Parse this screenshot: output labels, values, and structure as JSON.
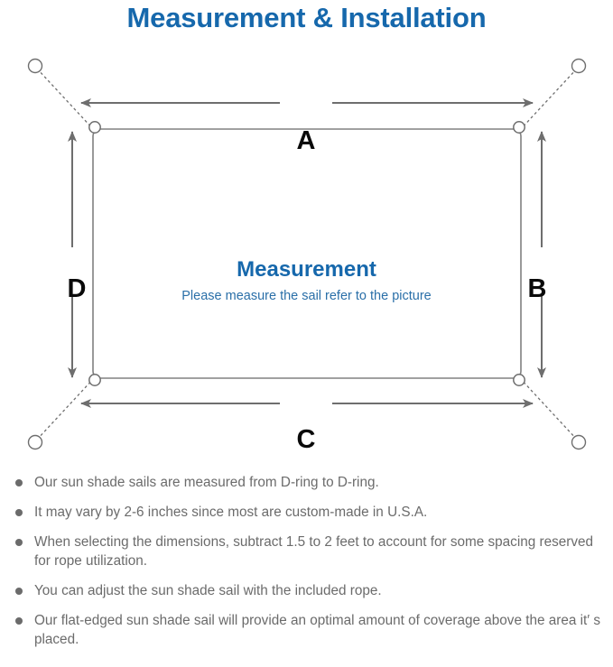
{
  "page": {
    "title": "Measurement & Installation",
    "title_color": "#1668ac",
    "background_color": "#ffffff"
  },
  "diagram": {
    "name": "sun-shade-sail-measurement-diagram",
    "center_label": {
      "heading": "Measurement",
      "subtext": "Please measure the sail refer to the picture",
      "heading_color": "#1668ac",
      "subtext_color": "#2a6fa8"
    },
    "dimension_labels": [
      {
        "key": "A",
        "label": "A",
        "edge": "top",
        "orientation": "horizontal"
      },
      {
        "key": "B",
        "label": "B",
        "edge": "right",
        "orientation": "vertical"
      },
      {
        "key": "C",
        "label": "C",
        "edge": "bottom",
        "orientation": "horizontal"
      },
      {
        "key": "D",
        "label": "D",
        "edge": "left",
        "orientation": "vertical"
      }
    ],
    "sail": {
      "shape": "rounded-rectangle",
      "outline_color": "#808080",
      "fill_color": "#ffffff"
    },
    "d_rings": [
      {
        "position": "top-left"
      },
      {
        "position": "top-right"
      },
      {
        "position": "bottom-left"
      },
      {
        "position": "bottom-right"
      }
    ],
    "anchor_points": [
      {
        "position": "top-left"
      },
      {
        "position": "top-right"
      },
      {
        "position": "bottom-left"
      },
      {
        "position": "bottom-right"
      }
    ],
    "rope_line_style": "dashed",
    "arrow_color": "#6e6e6e"
  },
  "notes": {
    "bullet_color": "#6b6b6b",
    "items": [
      "Our sun shade sails are measured from D-ring to D-ring.",
      "It may vary by 2-6 inches since most are custom-made in U.S.A.",
      "When selecting the dimensions, subtract 1.5 to 2 feet to account for some spacing reserved for rope utilization.",
      "You can adjust the sun shade sail with the included rope.",
      "Our flat-edged sun shade sail will provide an optimal amount of coverage above the area it′ s placed."
    ]
  }
}
